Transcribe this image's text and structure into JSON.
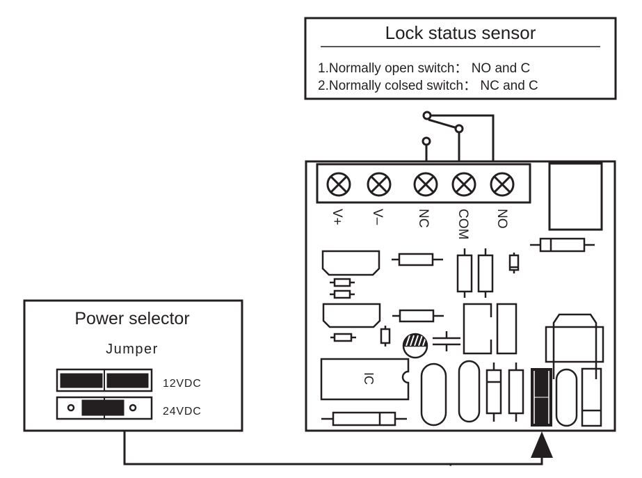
{
  "lock_sensor": {
    "title": "Lock status sensor",
    "lines": [
      "1.Normally open switch： NO and C",
      "2.Normally colsed switch：  NC and C"
    ]
  },
  "terminals": [
    {
      "label": "V+"
    },
    {
      "label": "V–"
    },
    {
      "label": "NC"
    },
    {
      "label": "COM"
    },
    {
      "label": "NO"
    }
  ],
  "board": {
    "ic_label": "IC"
  },
  "power_selector": {
    "title": "Power selector",
    "subtitle": "Jumper",
    "options": [
      {
        "label": "12VDC",
        "state": "bridged"
      },
      {
        "label": "24VDC",
        "state": "center-jumper"
      }
    ]
  },
  "colors": {
    "ink": "#231f20",
    "background": "#ffffff"
  }
}
